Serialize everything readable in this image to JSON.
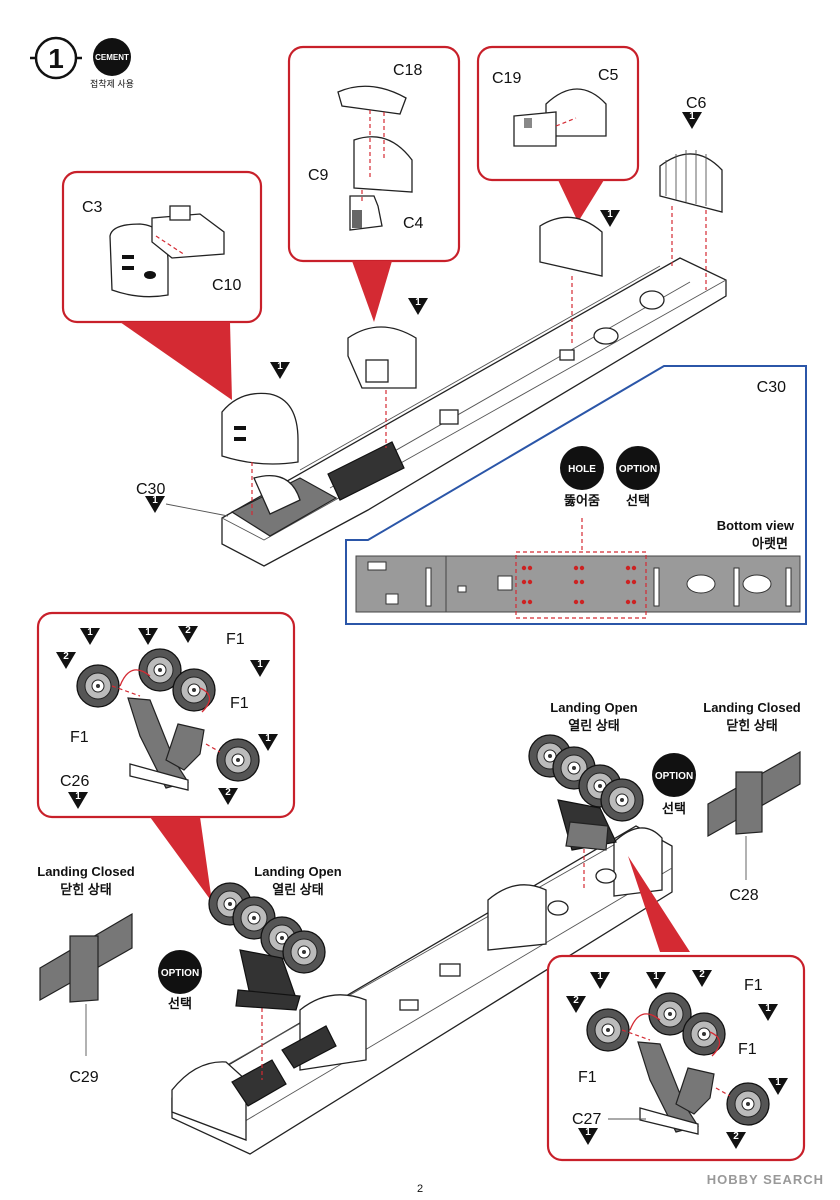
{
  "step": {
    "number": "1",
    "cement_label": "CEMENT",
    "cement_caption": "접착제 사용"
  },
  "parts": {
    "c3": "C3",
    "c10": "C10",
    "c18": "C18",
    "c9": "C9",
    "c4": "C4",
    "c19": "C19",
    "c5": "C5",
    "c6": "C6",
    "c30": "C30",
    "f1": "F1",
    "c26": "C26",
    "c27": "C27",
    "c28": "C28",
    "c29": "C29"
  },
  "badges": {
    "one": "1",
    "two": "2"
  },
  "bottom_view": {
    "box_title": "C30",
    "hole_label": "HOLE",
    "hole_caption": "뚫어줌",
    "option_label": "OPTION",
    "option_caption": "선택",
    "title": "Bottom view",
    "title_kr": "아랫면"
  },
  "rear_landing": {
    "open_title": "Landing Open",
    "open_title_kr": "열린 상태",
    "closed_title": "Landing Closed",
    "closed_title_kr": "닫힌 상태",
    "option_label": "OPTION",
    "option_caption": "선택"
  },
  "front_landing": {
    "open_title": "Landing Open",
    "open_title_kr": "열린 상태",
    "closed_title": "Landing Closed",
    "closed_title_kr": "닫힌 상태",
    "option_label": "OPTION",
    "option_caption": "선택"
  },
  "footer": {
    "page_number": "2",
    "watermark": "HOBBY SEARCH"
  }
}
